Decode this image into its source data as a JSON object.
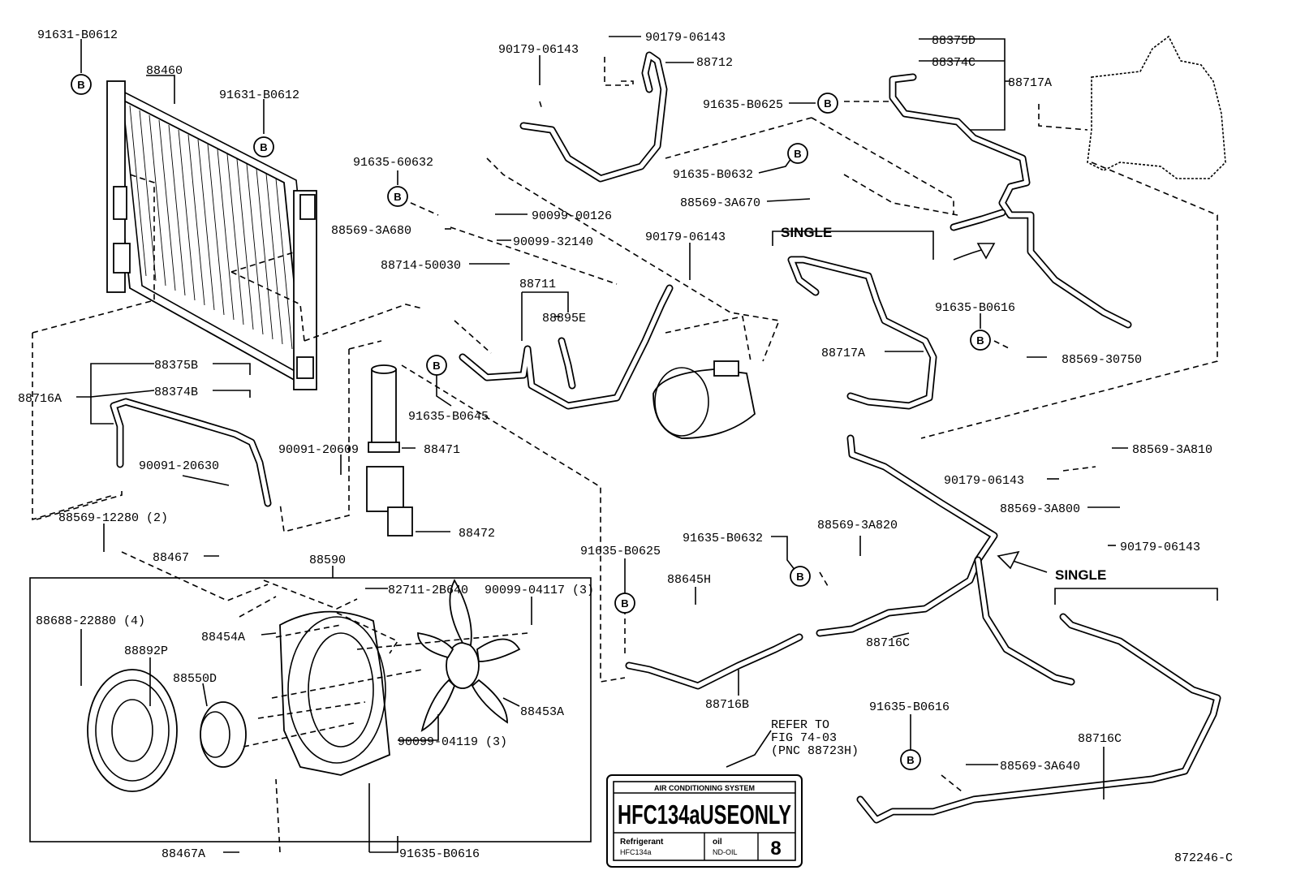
{
  "labels": {
    "p_91631_b0612_a": "91631-B0612",
    "p_88460": "88460",
    "p_91631_b0612_b": "91631-B0612",
    "p_90179_06143_a": "90179-06143",
    "p_90179_06143_b": "90179-06143",
    "p_88712": "88712",
    "p_88375d": "88375D",
    "p_88374c": "88374C",
    "p_88717a_top": "88717A",
    "p_91635_b0625_top": "91635-B0625",
    "p_91635_60632": "91635-60632",
    "p_91635_b0632_top": "91635-B0632",
    "p_88569_3a670": "88569-3A670",
    "p_88569_3a680": "88569-3A680",
    "p_90099_00126": "90099-00126",
    "p_90099_32140": "90099-32140",
    "p_88714_50030": "88714-50030",
    "p_90179_06143_c": "90179-06143",
    "p_88711": "88711",
    "p_88895e": "88895E",
    "p_88375b": "88375B",
    "p_88374b": "88374B",
    "p_88716a": "88716A",
    "p_91635_b0645": "91635-B0645",
    "p_90091_20609": "90091-20609",
    "p_88471": "88471",
    "p_90091_20630": "90091-20630",
    "p_88472": "88472",
    "p_88569_12280": "88569-12280 (2)",
    "p_88717a_mid": "88717A",
    "p_91635_b0616_a": "91635-B0616",
    "p_88569_30750": "88569-30750",
    "p_88569_3a810": "88569-3A810",
    "p_90179_06143_d": "90179-06143",
    "p_88569_3a800": "88569-3A800",
    "p_90179_06143_e": "90179-06143",
    "p_88467": "88467",
    "p_88590": "88590",
    "p_82711_2b640": "82711-2B640",
    "p_90099_04117": "90099-04117 (3)",
    "p_88688_22880": "88688-22880 (4)",
    "p_88454a": "88454A",
    "p_88892p": "88892P",
    "p_88550d": "88550D",
    "p_88453a": "88453A",
    "p_90099_04119": "90099-04119 (3)",
    "p_88467a": "88467A",
    "p_91635_b0616_b": "91635-B0616",
    "p_91635_b0625_low": "91635-B0625",
    "p_91635_b0632_low": "91635-B0632",
    "p_88569_3a820": "88569-3A820",
    "p_88645h": "88645H",
    "p_88716c_a": "88716C",
    "p_88716b": "88716B",
    "p_91635_b0616_c": "91635-B0616",
    "p_88716c_b": "88716C",
    "p_88569_3a640": "88569-3A640",
    "single_top": "SINGLE",
    "single_low": "SINGLE",
    "refer_line1": "REFER TO",
    "refer_line2": "FIG 74-03",
    "refer_line3": "(PNC 88723H)",
    "diagram_id": "872246-C"
  },
  "ac_label": {
    "heading": "AIR CONDITIONING SYSTEM",
    "main": "HFC134aUSEONLY",
    "refrigerant_label": "Refrigerant",
    "refrigerant_value": "HFC134a",
    "oil_label": "oil",
    "oil_value": "ND-OIL",
    "oil_number": "8"
  },
  "bolt_symbol": "B"
}
